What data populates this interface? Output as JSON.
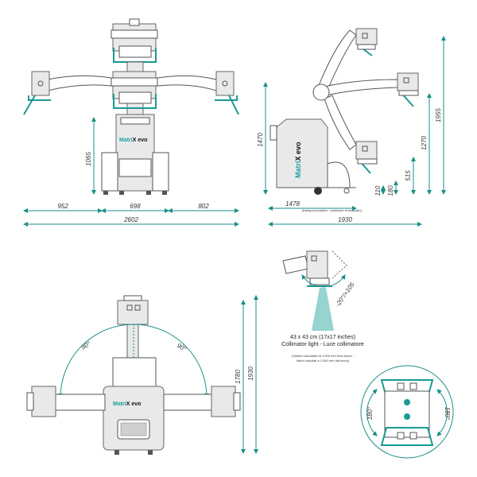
{
  "colors": {
    "accent": "#1a9a94",
    "outline": "#555555",
    "body": "#e9e9e9"
  },
  "brand": {
    "matrix": "Matri",
    "x": "X",
    "evo": "evo"
  },
  "front_view": {
    "height_label": "1065",
    "width_left_label": "952",
    "width_center_label": "698",
    "width_right_label": "802",
    "total_width_label": "2602"
  },
  "side_view": {
    "height_body_label": "1470",
    "height_total_label": "1955",
    "height_mid_label": "1270",
    "height_low_label": "515",
    "height_min_label": "180",
    "height_floor_label": "110",
    "length_transport_label": "1478",
    "transport_note": "(transport position - posizione di trasporto)",
    "length_total_label": "1930"
  },
  "top_view": {
    "angle_left_label": "90°",
    "angle_right_label": "90°",
    "length_inner_label": "1780",
    "length_outer_label": "1930"
  },
  "collimator": {
    "rotation_label": "-20°/+105",
    "field_size": "43 x 43 cm (17x17 inches)",
    "light_label": "Collimator light - Luce collimatore",
    "note_line1": "(Values calculated at 1.000 mm from focus -",
    "note_line2": "Valori calcolati a 1.000 mm dal fuoco)"
  },
  "rotation_detail": {
    "left_label": "180°",
    "right_label": "180°"
  }
}
